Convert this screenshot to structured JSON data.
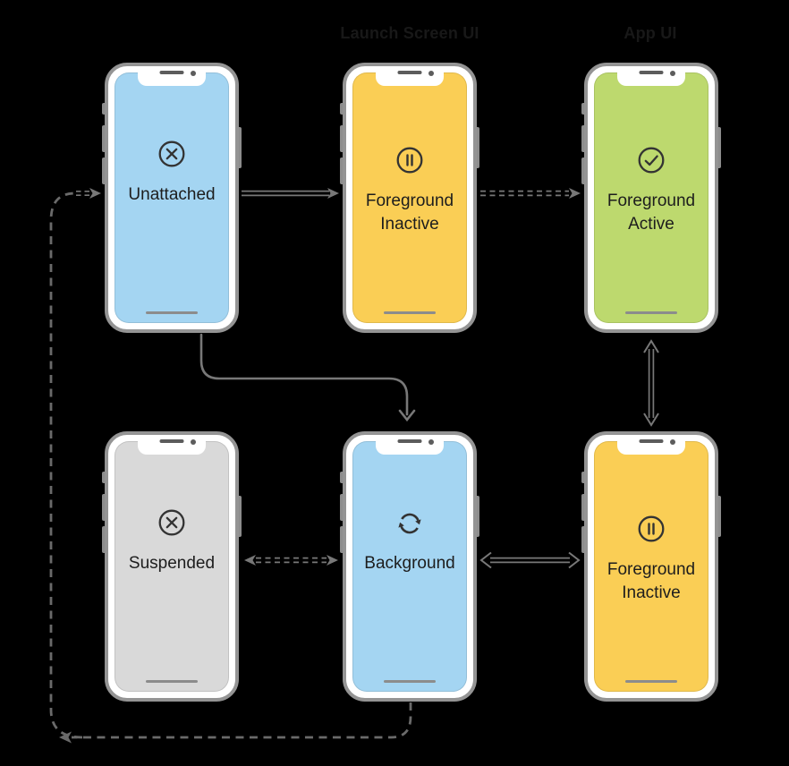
{
  "headers": {
    "launch_screen": "Launch Screen UI",
    "app_ui": "App UI"
  },
  "phones": [
    {
      "id": "unattached",
      "label": "Unattached",
      "icon": "cross-circle-icon",
      "color_key": "screen_blue"
    },
    {
      "id": "foreground-inactive-launch",
      "label": "Foreground Inactive",
      "icon": "pause-circle-icon",
      "color_key": "screen_yellow"
    },
    {
      "id": "foreground-active",
      "label": "Foreground Active",
      "icon": "check-circle-icon",
      "color_key": "screen_green"
    },
    {
      "id": "suspended",
      "label": "Suspended",
      "icon": "cross-circle-icon",
      "color_key": "screen_gray"
    },
    {
      "id": "background",
      "label": "Background",
      "icon": "sync-icon",
      "color_key": "screen_blue"
    },
    {
      "id": "foreground-inactive-bottom",
      "label": "Foreground Inactive",
      "icon": "pause-circle-icon",
      "color_key": "screen_yellow"
    }
  ],
  "arrows": [
    {
      "from": "Unattached",
      "to": "Foreground Inactive (launch)",
      "style": "solid",
      "direction": "one-way"
    },
    {
      "from": "Foreground Inactive (launch)",
      "to": "Foreground Active",
      "style": "dashed",
      "direction": "one-way"
    },
    {
      "from": "Foreground Active",
      "to": "Foreground Inactive (bottom)",
      "style": "solid",
      "direction": "two-way"
    },
    {
      "from": "Unattached",
      "to": "Background",
      "style": "solid",
      "direction": "one-way"
    },
    {
      "from": "Suspended",
      "to": "Background",
      "style": "dashed",
      "direction": "two-way"
    },
    {
      "from": "Background",
      "to": "Foreground Inactive (bottom)",
      "style": "solid",
      "direction": "two-way"
    },
    {
      "from": "Background",
      "to": "Unattached",
      "style": "dashed",
      "direction": "one-way",
      "note": "loop around left and bottom edges"
    }
  ],
  "colors": {
    "bg": "#000000",
    "header_text": "#181818",
    "label_text": "#1d1d1d",
    "icon_stroke": "#333333",
    "arrow": "#787878",
    "loop_arrow": "#6a6a6a",
    "frame_fill": "#ffffff",
    "frame_border": "#949494",
    "button_gray": "#8d8d8d",
    "speaker_gray": "#5c5c5c",
    "home_bar": "#8c8c8c",
    "screen_blue": "#a4d5f2",
    "screen_yellow": "#face55",
    "screen_green": "#bdd96e",
    "screen_gray": "#d9d9d9"
  }
}
